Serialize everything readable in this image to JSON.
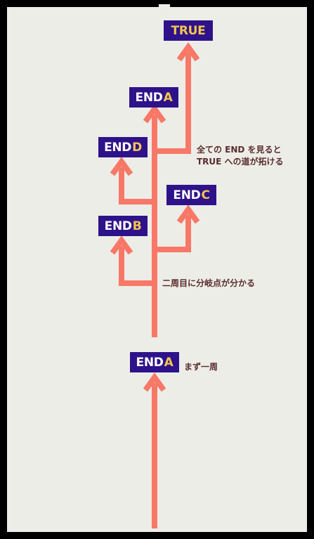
{
  "colors": {
    "background": "#000000",
    "panel": "#EDEDE8",
    "arrow": "#F87868",
    "box": "#2E128A",
    "box_text": "#FFFFFF",
    "accent": "#F4C64E",
    "note_text": "#5A2D2D"
  },
  "nodes": {
    "true": {
      "label": "TRUE"
    },
    "end_a_top": {
      "word": "END",
      "letter": "A"
    },
    "end_d": {
      "word": "END",
      "letter": "D"
    },
    "end_c": {
      "word": "END",
      "letter": "C"
    },
    "end_b": {
      "word": "END",
      "letter": "B"
    },
    "end_a_first": {
      "word": "END",
      "letter": "A"
    }
  },
  "notes": {
    "first_round": "まず一周",
    "branch": "二周目に分岐点が分かる",
    "true_route_line1": "全ての END を見ると",
    "true_route_line2": "TRUE への道が拓ける"
  }
}
